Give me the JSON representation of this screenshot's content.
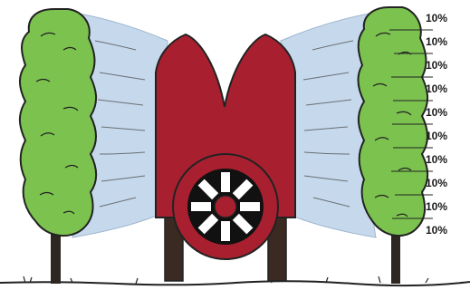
{
  "colors": {
    "tree": "#7cc24f",
    "trunk": "#2e2620",
    "spray": "#c6d9ec",
    "sprayer_body": "#a8202f",
    "fan_ring": "#a8202f",
    "fan_hub": "#111111",
    "leg": "#3a2a22",
    "outline": "#222222"
  },
  "icons": {
    "left_tree": "tree-icon",
    "right_tree": "tree-icon",
    "fan": "fan-icon"
  },
  "distribution": {
    "labels": [
      "10%",
      "10%",
      "10%",
      "10%",
      "10%",
      "10%",
      "10%",
      "10%",
      "10%",
      "10%"
    ]
  }
}
